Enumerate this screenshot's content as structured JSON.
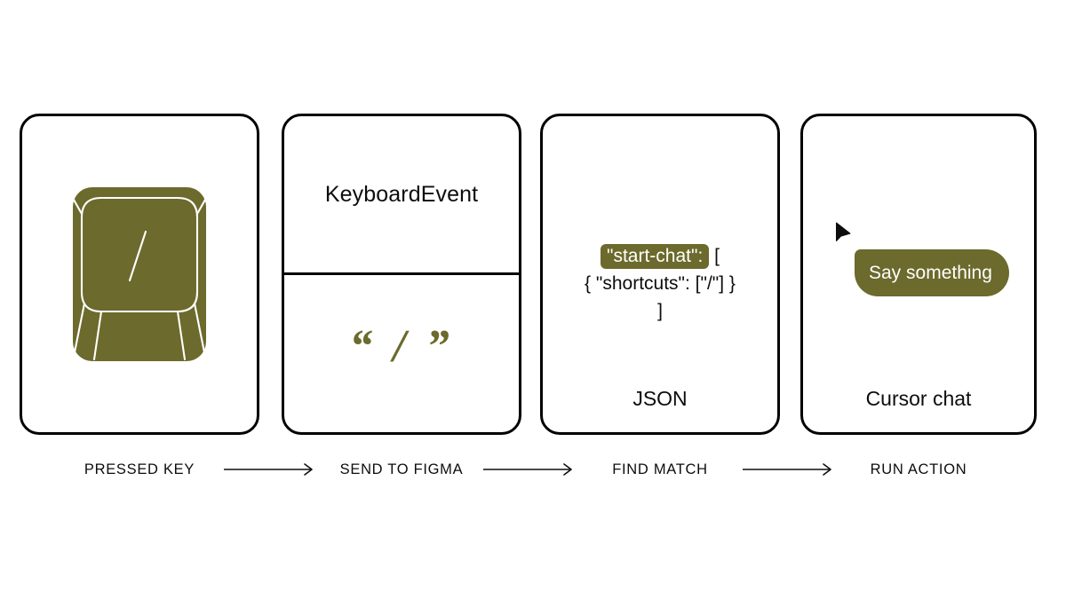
{
  "theme": {
    "background": "#ffffff",
    "ink": "#0d0d0d",
    "accent_olive": "#6c6a2c",
    "card_border": "#000000",
    "on_accent": "#ffffff"
  },
  "panels": {
    "pressed_key": {
      "key_glyph": "/",
      "icon_name": "keycap-slash"
    },
    "send_to_figma": {
      "title": "KeyboardEvent",
      "glyph": "“ / ”"
    },
    "find_match": {
      "json_key": "\"start-chat\":",
      "json_key_suffix": " [",
      "json_line_2": "{ \"shortcuts\": [\"/\"] }",
      "json_line_3": "]",
      "caption": "JSON"
    },
    "run_action": {
      "cursor_icon": "mouse-pointer-icon",
      "bubble_text": "Say something",
      "caption": "Cursor chat"
    }
  },
  "steps": [
    {
      "label": "PRESSED KEY"
    },
    {
      "label": "SEND TO FIGMA"
    },
    {
      "label": "FIND MATCH"
    },
    {
      "label": "RUN ACTION"
    }
  ]
}
